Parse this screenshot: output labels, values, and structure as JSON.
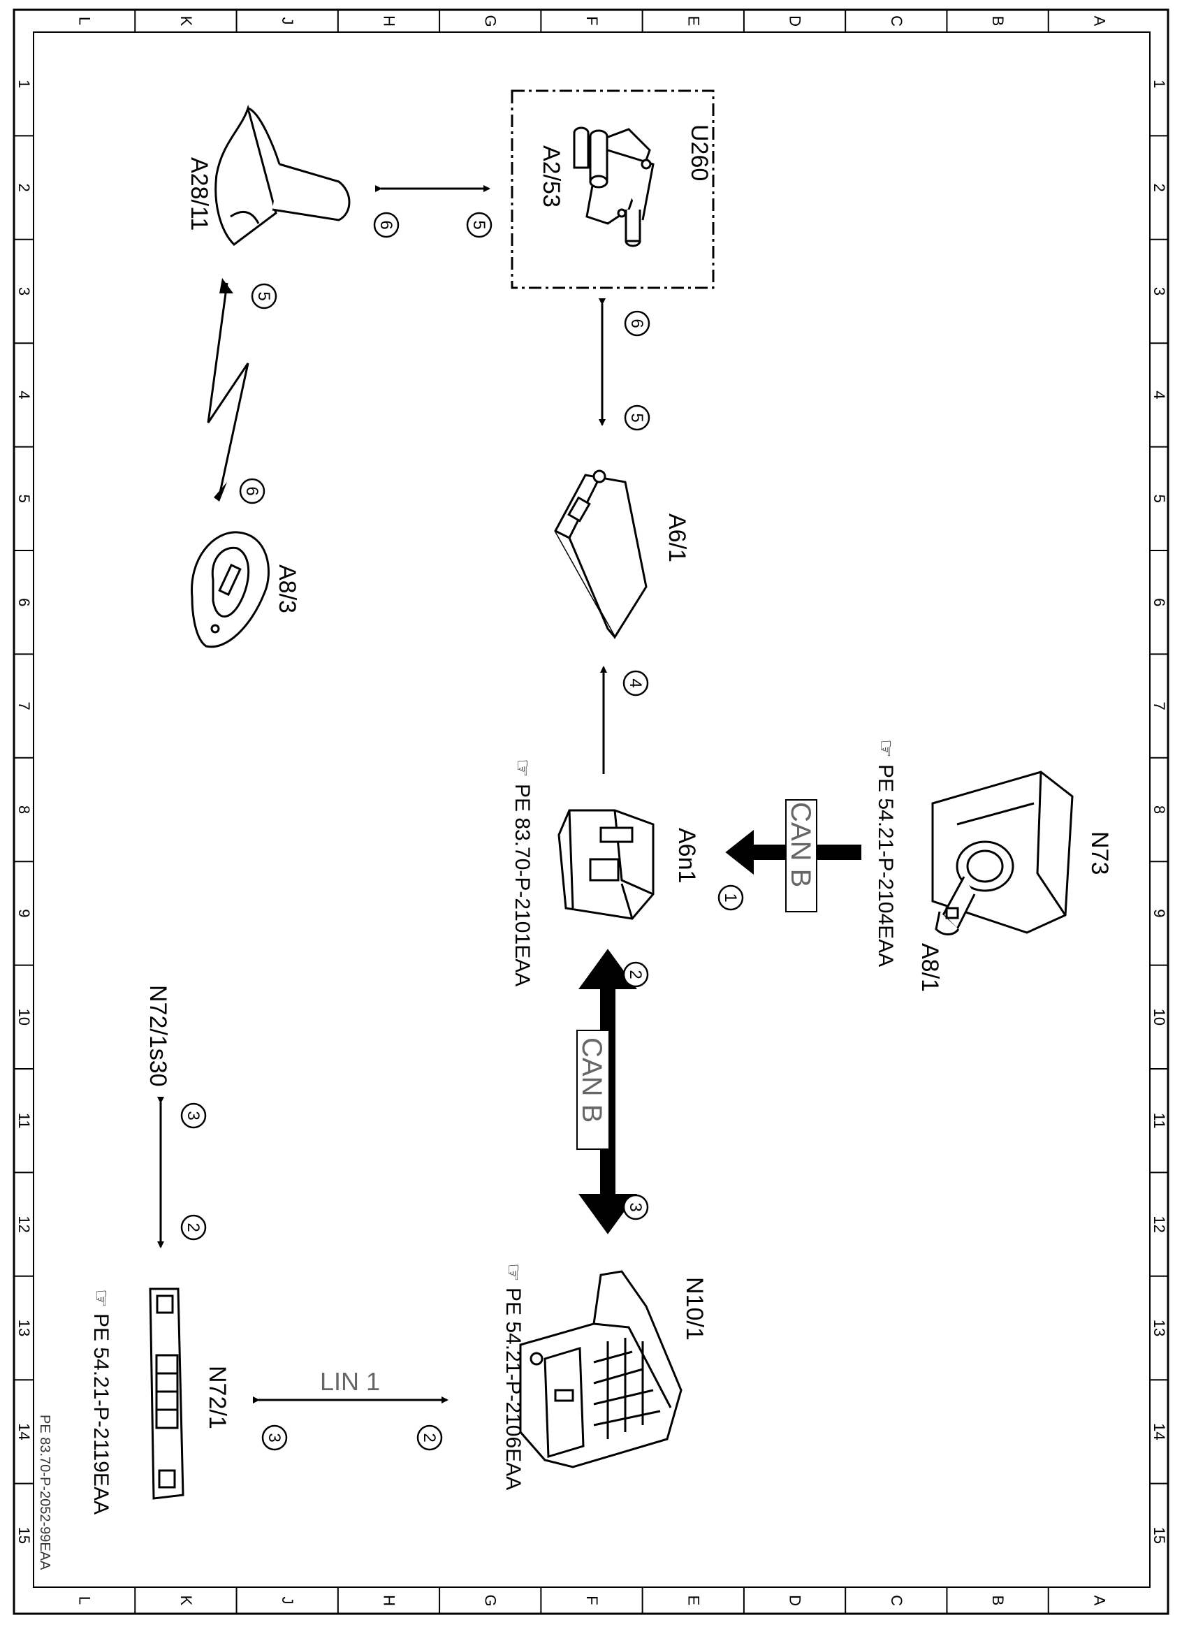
{
  "grid": {
    "letters": [
      "L",
      "K",
      "J",
      "H",
      "G",
      "F",
      "E",
      "D",
      "C",
      "B",
      "A"
    ],
    "rows": [
      "1",
      "2",
      "3",
      "4",
      "5",
      "6",
      "7",
      "8",
      "9",
      "10",
      "11",
      "12",
      "13",
      "14",
      "15"
    ]
  },
  "components": {
    "u260": "U260",
    "a2_53": "A2/53",
    "a28_11": "A28/11",
    "a6_1": "A6/1",
    "a8_3": "A8/3",
    "a6n1": "A6n1",
    "n73": "N73",
    "a8_1": "A8/1",
    "n72_1s30": "N72/1s30",
    "n10_1": "N10/1",
    "n72_1": "N72/1"
  },
  "refs": {
    "a6n1": "PE 83.70-P-2101EAA",
    "n73": "PE 54.21-P-2104EAA",
    "n10_1": "PE 54.21-P-2106EAA",
    "n72_1": "PE 54.21-P-2119EAA"
  },
  "buses": {
    "can_b_top": "CAN B",
    "can_b_mid": "CAN B",
    "lin": "LIN 1"
  },
  "steps": {
    "s1": "1",
    "s2_can": "2",
    "s3_can": "3",
    "s4": "4",
    "s5_v": "5",
    "s6_v": "6",
    "s5_h": "5",
    "s6_h": "6",
    "s5_zig": "5",
    "s6_zig": "6",
    "s2_sw": "2",
    "s3_sw": "3",
    "s2_lin": "2",
    "s3_lin": "3"
  },
  "doc_id": "PE 83.70-P-2052-99EAA"
}
